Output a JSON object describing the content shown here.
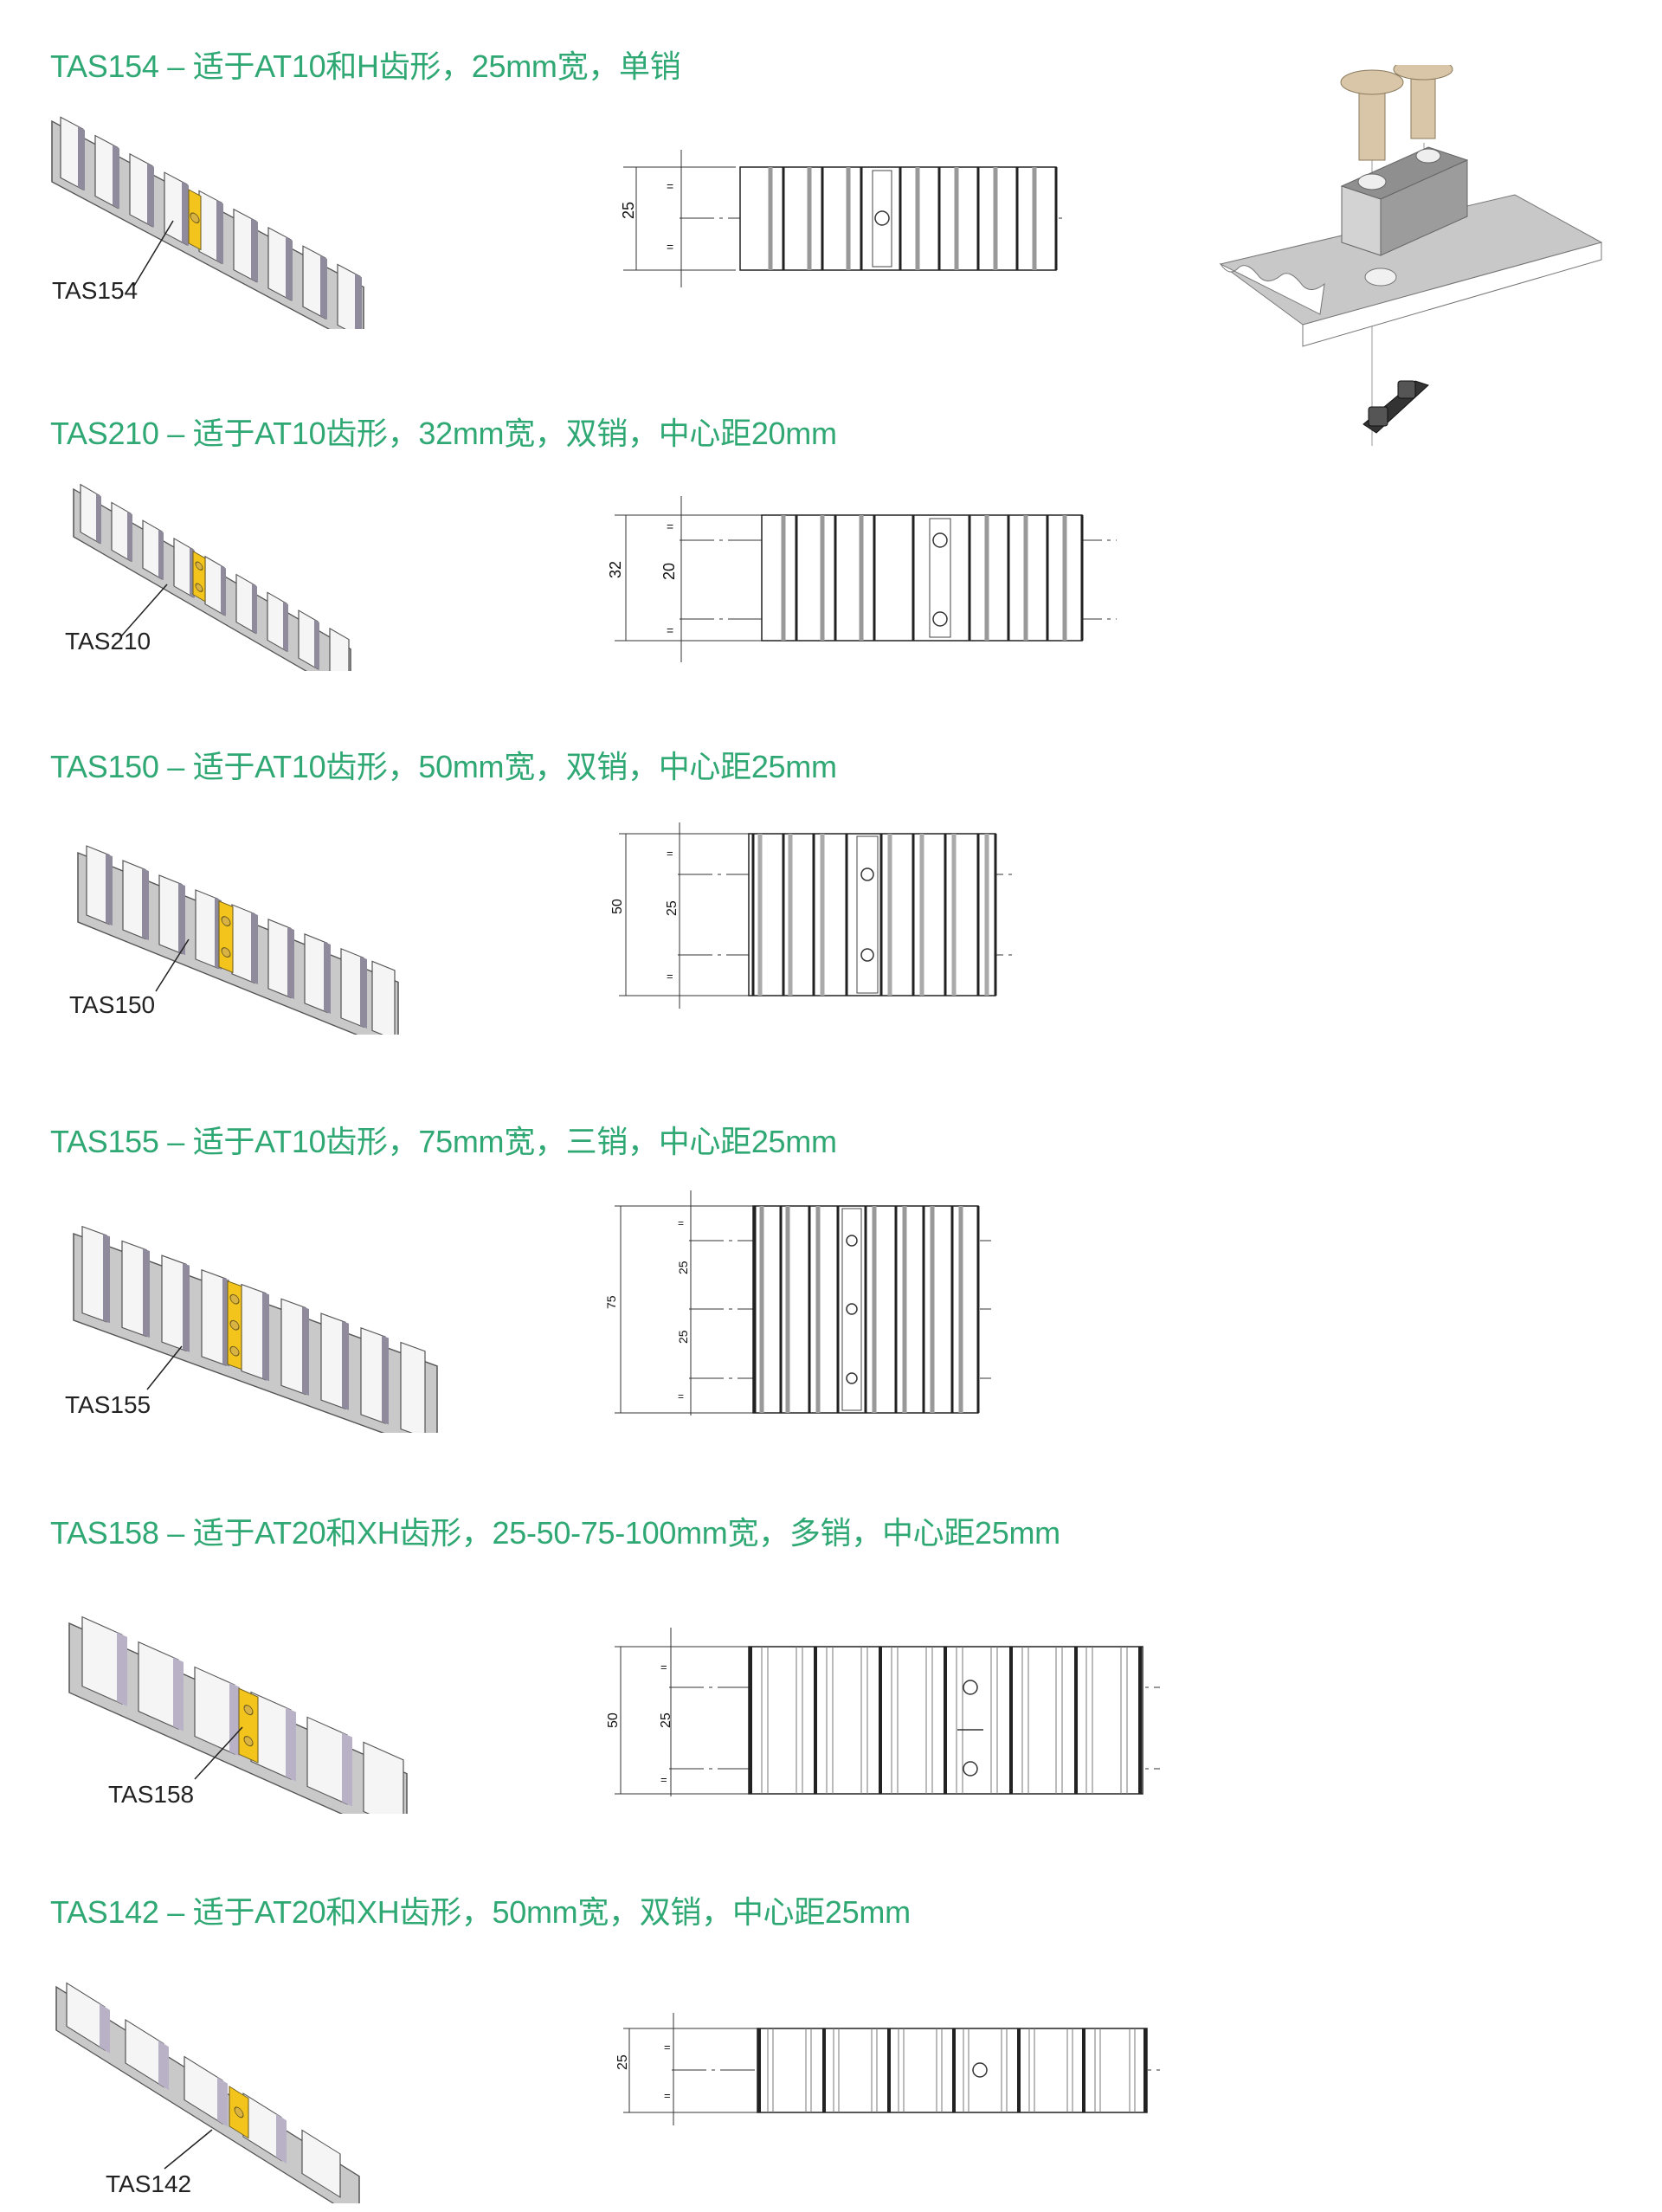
{
  "colors": {
    "heading": "#2fa874",
    "clamp_yellow": "#f2c41c",
    "belt_tooth": "#8f8a9c",
    "belt_body": "#c9c9c9",
    "pin_beige": "#d9c6a8",
    "block_grey": "#9a9a9a",
    "bar_dark": "#333333"
  },
  "sections": [
    {
      "id": "TAS154",
      "heading": "TAS154 – 适于AT10和H齿形，25mm宽，单销",
      "label": "TAS154",
      "dimensions": {
        "overall": "25",
        "spacing": [],
        "equal_marks": [
          "=",
          "="
        ]
      },
      "pins": 1
    },
    {
      "id": "TAS210",
      "heading": "TAS210 – 适于AT10齿形，32mm宽，双销，中心距20mm",
      "label": "TAS210",
      "dimensions": {
        "overall": "32",
        "spacing": [
          "20"
        ],
        "equal_marks": [
          "=",
          "="
        ]
      },
      "pins": 2
    },
    {
      "id": "TAS150",
      "heading": "TAS150 – 适于AT10齿形，50mm宽，双销，中心距25mm",
      "label": "TAS150",
      "dimensions": {
        "overall": "50",
        "spacing": [
          "25"
        ],
        "equal_marks": [
          "=",
          "="
        ]
      },
      "pins": 2
    },
    {
      "id": "TAS155",
      "heading": "TAS155 – 适于AT10齿形，75mm宽，三销，中心距25mm",
      "label": "TAS155",
      "dimensions": {
        "overall": "75",
        "spacing": [
          "25",
          "25"
        ],
        "equal_marks": [
          "=",
          "="
        ]
      },
      "pins": 3
    },
    {
      "id": "TAS158",
      "heading": "TAS158 – 适于AT20和XH齿形，25-50-75-100mm宽，多销，中心距25mm",
      "label": "TAS158",
      "dimensions": {
        "overall": "50",
        "spacing": [
          "25"
        ],
        "equal_marks": [
          "=",
          "="
        ]
      },
      "pins": 2
    },
    {
      "id": "TAS142",
      "heading": "TAS142 – 适于AT20和XH齿形，50mm宽，双销，中心距25mm",
      "label": "TAS142",
      "dimensions": {
        "overall": "25",
        "spacing": [],
        "equal_marks": [
          "=",
          "="
        ]
      },
      "pins": 1
    }
  ],
  "exploded_view": {
    "icon": "belt-clamp-exploded-illustration",
    "parts": [
      "pin-screws",
      "clamp-block",
      "timing-belt",
      "bottom-bar"
    ]
  }
}
